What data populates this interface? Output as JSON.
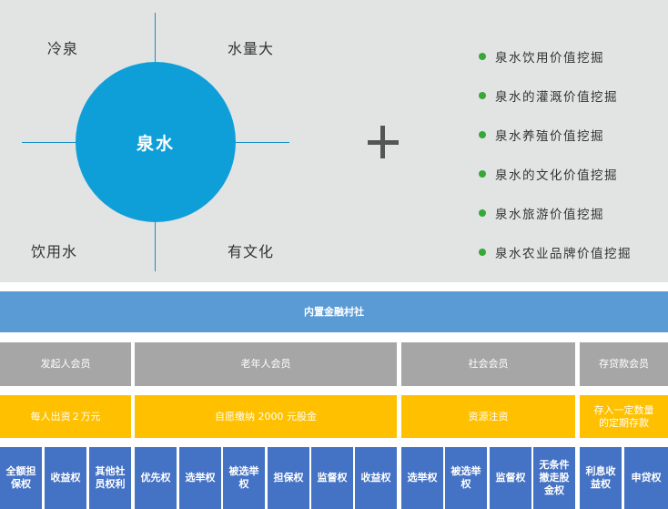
{
  "diagram": {
    "center": "泉水",
    "quadrants": [
      "冷泉",
      "水量大",
      "饮用水",
      "有文化"
    ],
    "values": [
      "泉水饮用价值挖掘",
      "泉水的灌溉价值挖掘",
      "泉水养殖价值挖掘",
      "泉水的文化价值挖掘",
      "泉水旅游价值挖掘",
      "泉水农业品牌价值挖掘"
    ]
  },
  "org": {
    "title": "内置金融村社",
    "groups": [
      {
        "name": "发起人会员",
        "condition": "每人出资２万元",
        "rights": [
          "全额担保权",
          "收益权",
          "其他社员权利"
        ]
      },
      {
        "name": "老年人会员",
        "condition": "自愿缴纳 2000 元股金",
        "rights": [
          "优先权",
          "选举权",
          "被选举权",
          "担保权",
          "监督权",
          "收益权"
        ]
      },
      {
        "name": "社会会员",
        "condition": "资源注资",
        "rights": [
          "选举权",
          "被选举权",
          "监督权",
          "无条件撤走股金权"
        ]
      },
      {
        "name": "存贷款会员",
        "condition": "存入一定数量的定期存款",
        "rights": [
          "利息收益权",
          "申贷权"
        ]
      }
    ]
  }
}
